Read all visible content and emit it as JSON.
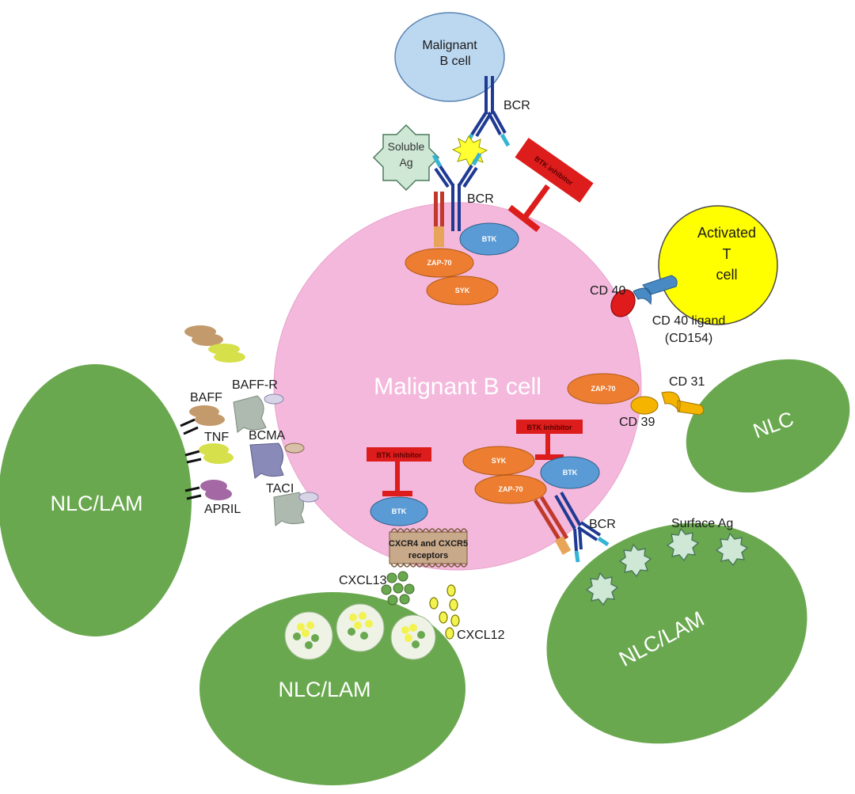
{
  "cells": {
    "malignant_b_cell_center": "Malignant B cell",
    "malignant_b_cell_top_line1": "Malignant",
    "malignant_b_cell_top_line2": "B cell",
    "activated_t_line1": "Activated",
    "activated_t_line2": "T",
    "activated_t_line3": "cell",
    "nlc_right": "NLC",
    "nlc_lam_left": "NLC/LAM",
    "nlc_lam_bottom": "NLC/LAM",
    "nlc_lam_bottom_right": "NLC/LAM"
  },
  "receptors": {
    "bcr_top": "BCR",
    "bcr_mid": "BCR",
    "bcr_lower": "BCR",
    "soluble_ag_line1": "Soluble",
    "soluble_ag_line2": "Ag",
    "surface_ag": "Surface Ag",
    "cd40": "CD 40",
    "cd40_ligand_line1": "CD 40 ligand",
    "cd40_ligand_line2": "(CD154)",
    "cd31": "CD 31",
    "cd39": "CD 39",
    "baff": "BAFF",
    "baff_r": "BAFF-R",
    "tnf": "TNF",
    "bcma": "BCMA",
    "april": "APRIL",
    "taci": "TACI",
    "cxcr_line1": "CXCR4 and CXCR5",
    "cxcr_line2": "receptors",
    "cxcl13": "CXCL13",
    "cxcl12": "CXCL12"
  },
  "enzymes": {
    "btk_top": "BTK",
    "zap70_top": "ZAP-70",
    "syk_top": "SYK",
    "zap70_right": "ZAP-70",
    "syk_lower": "SYK",
    "zap70_lower": "ZAP-70",
    "btk_lower_right": "BTK",
    "btk_lower_left": "BTK"
  },
  "inhibitors": {
    "top": "BTK inhibitor",
    "lower_right": "BTK inhibitor",
    "lower_left": "BTK inhibitor"
  },
  "colors": {
    "cell_pink": "#f4b8dc",
    "cell_blue": "#bcd7f0",
    "cell_yellow": "#ffff00",
    "nlc_green": "#6aa84f",
    "enzyme_orange": "#ed7d31",
    "btk_blue": "#5b9bd5",
    "inhibitor_red": "#dd1c1c",
    "bcr_navy": "#1f3a93",
    "bcr_cyan": "#35b4d4"
  }
}
